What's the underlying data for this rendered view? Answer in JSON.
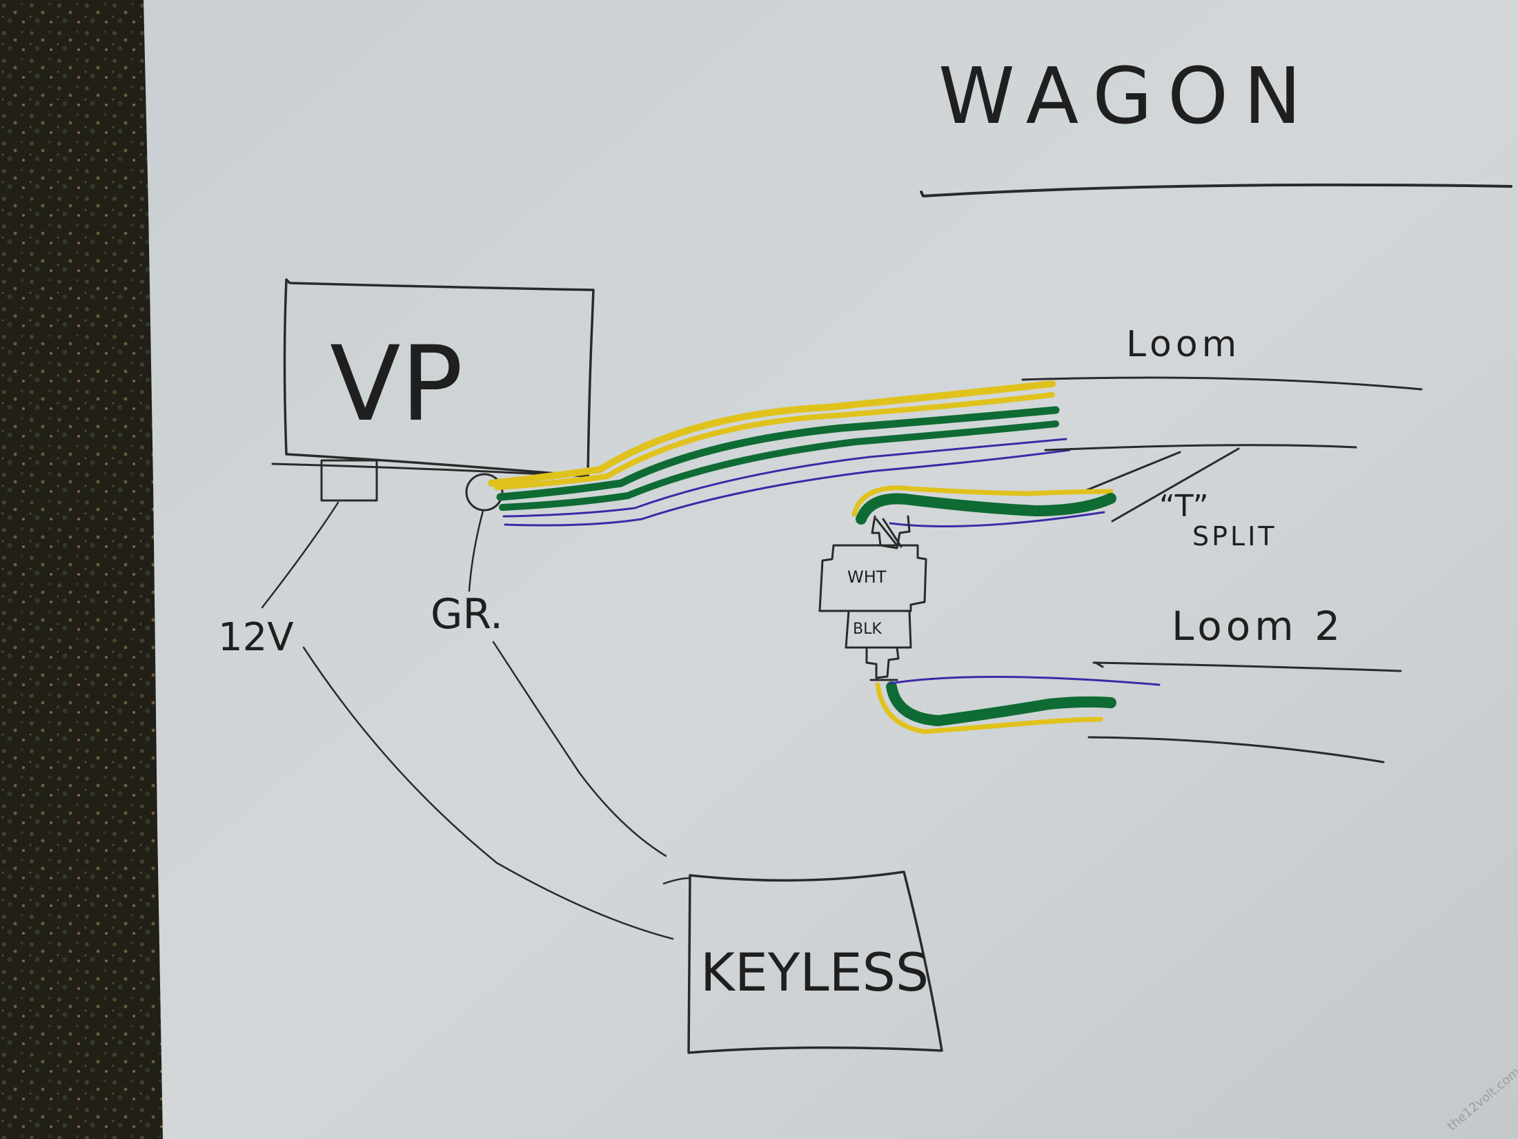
{
  "labels": {
    "title": "WAGON",
    "vp": "VP",
    "loom": "Loom",
    "t_split_t": "“T”",
    "t_split_word": "SPLIT",
    "loom2": "Loom 2",
    "wht": "WHT",
    "blk": "BLK",
    "v12": "12V",
    "gr": "GR.",
    "keyless": "KEYLESS"
  },
  "colors": {
    "paper": "#cfd4d6",
    "ink": "#2a2a2a",
    "yellow": "#e0c21c",
    "green": "#0f6b34",
    "purple": "#3a2aa8"
  },
  "watermark": "the12volt.com"
}
